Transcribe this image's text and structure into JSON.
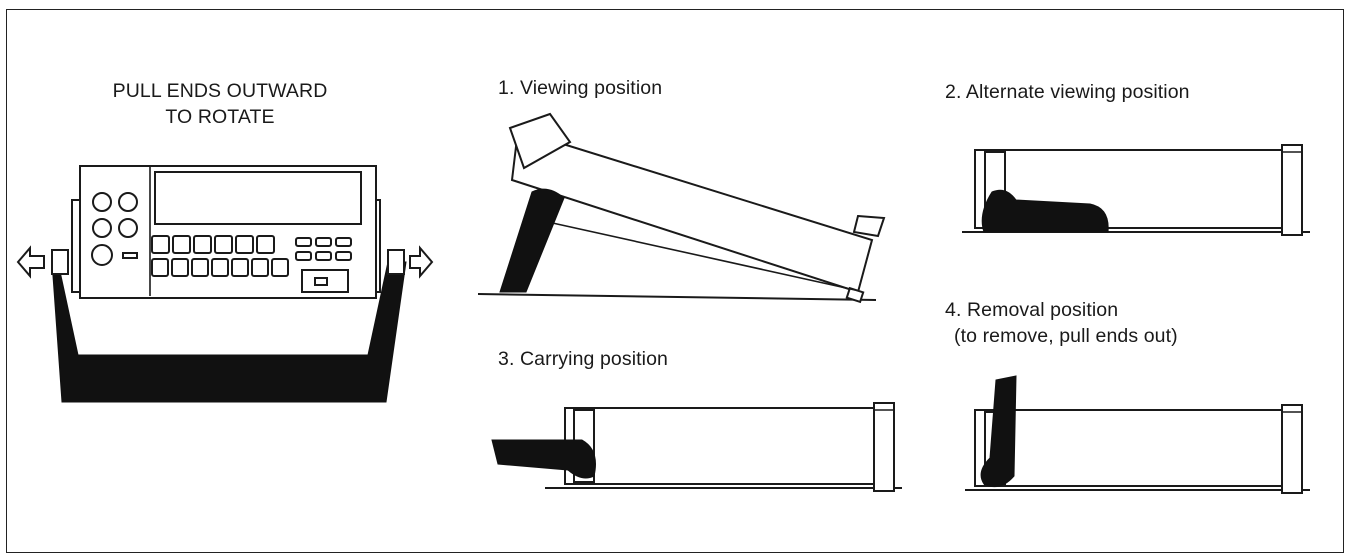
{
  "captions": {
    "pull_ends": {
      "line1": "PULL ENDS OUTWARD",
      "line2": "TO ROTATE"
    },
    "viewing": "1. Viewing position",
    "alternate": "2. Alternate viewing position",
    "carrying": "3. Carrying position",
    "removal": {
      "line1": "4. Removal position",
      "line2": "(to remove, pull ends out)"
    }
  },
  "icons": [
    "left-arrow-icon",
    "right-arrow-icon"
  ]
}
